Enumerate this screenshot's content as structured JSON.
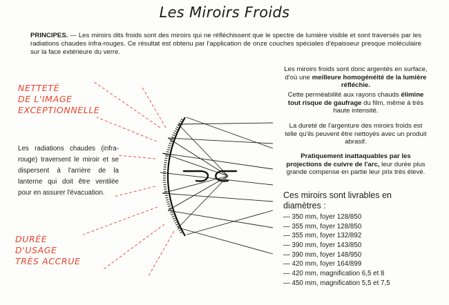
{
  "title": "Les Miroirs Froids",
  "principes": {
    "lead": "PRINCIPES.",
    "text": " — Les miroirs dits froids sont des miroirs qui ne réfléchissent que le spectre de lumière visible et sont traversés par les radiations chaudes infra-rouges. Ce résultat est obtenu par l'application de onze couches spéciales d'épaisseur presque moléculaire sur la face extérieure du verre."
  },
  "red_left_top": [
    "Netteté",
    "de l'image",
    "exceptionnelle"
  ],
  "red_left_bottom": [
    "Durée",
    "d'usage",
    "très accrue"
  ],
  "left_paragraph": "Les radiations chaudes (infra-rouge) traversent le miroir et se dispersent à l'arrière de la lanterne qui doit être ventilée pour en assurer l'évacuation.",
  "right_paragraphs": {
    "p1_a": "Les miroirs froids sont donc argentés en surface, d'où une ",
    "p1_b": "meilleure homogénéité de la lumière réfléchie.",
    "p2_a": "Cette perméabilité aux rayons chauds ",
    "p2_b": "élimine tout risque de gaufrage",
    "p2_c": " du film, même à très haute intensité.",
    "p3": "La dureté de l'argenture des miroirs froids est telle qu'ils peuvent être nettoyés avec un produit abrasif.",
    "p4_a": "Pratiquement inattaquables par les projections de cuivre de l'arc,",
    "p4_b": " leur durée plus grande compense en partie leur prix très élevé."
  },
  "availability": "Ces miroirs sont livrables en diamètres :",
  "specs": [
    "— 350 mm, foyer 128/850",
    "— 355 mm, foyer 128/850",
    "— 355 mm, foyer 132/892",
    "— 390 mm, foyer 143/850",
    "— 390 mm, foyer 148/950",
    "— 420 mm, foyer 164/899",
    "— 420 mm, magnification 6,5 et 8",
    "— 450 mm, magnification 5,5 et 7,5"
  ],
  "colors": {
    "accent_red": "#e8432b",
    "ink": "#1a1a1a"
  },
  "icons": [
    "concave-mirror-diagram",
    "arc-electrodes-icon"
  ]
}
